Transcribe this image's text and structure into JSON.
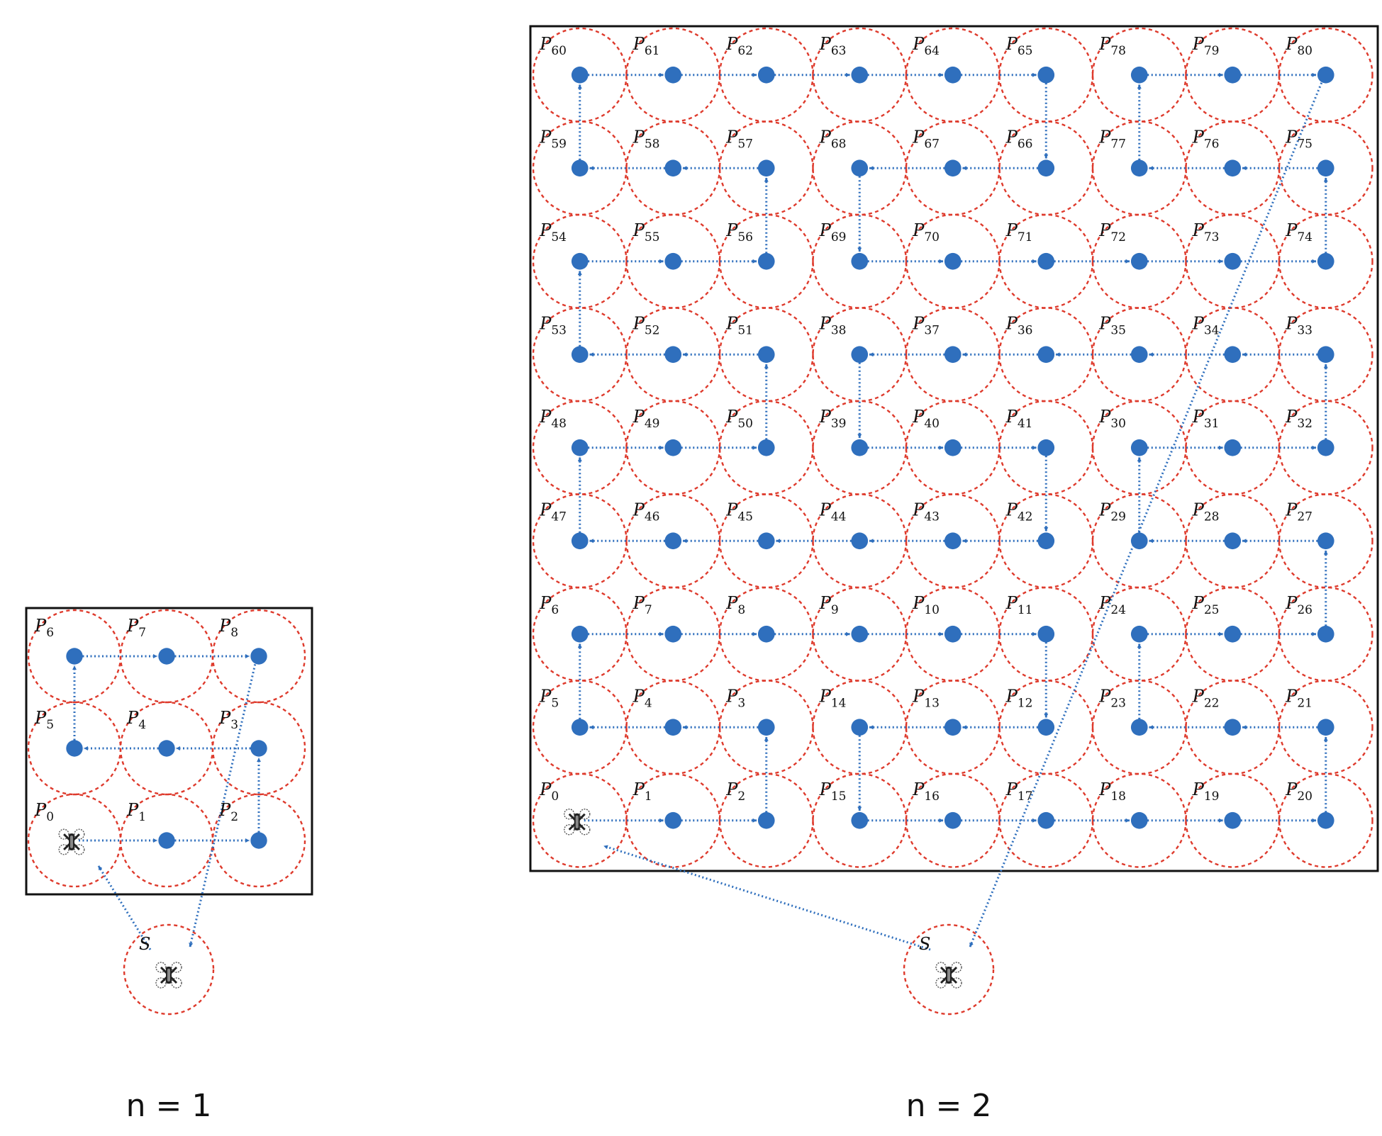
{
  "colors": {
    "circle": "#de3a2c",
    "path": "#2f6fbd",
    "frame": "#111111",
    "text": "#111111"
  },
  "icons": {
    "drone": "quadcopter-drone-icon"
  },
  "start_label": "S",
  "point_prefix": "P",
  "diagrams": [
    {
      "id": "n1",
      "caption": "n = 1",
      "grid_size": 3,
      "drone_at": "P0"
    },
    {
      "id": "n2",
      "caption": "n = 2",
      "grid_size": 9,
      "drone_at": "P0"
    }
  ]
}
